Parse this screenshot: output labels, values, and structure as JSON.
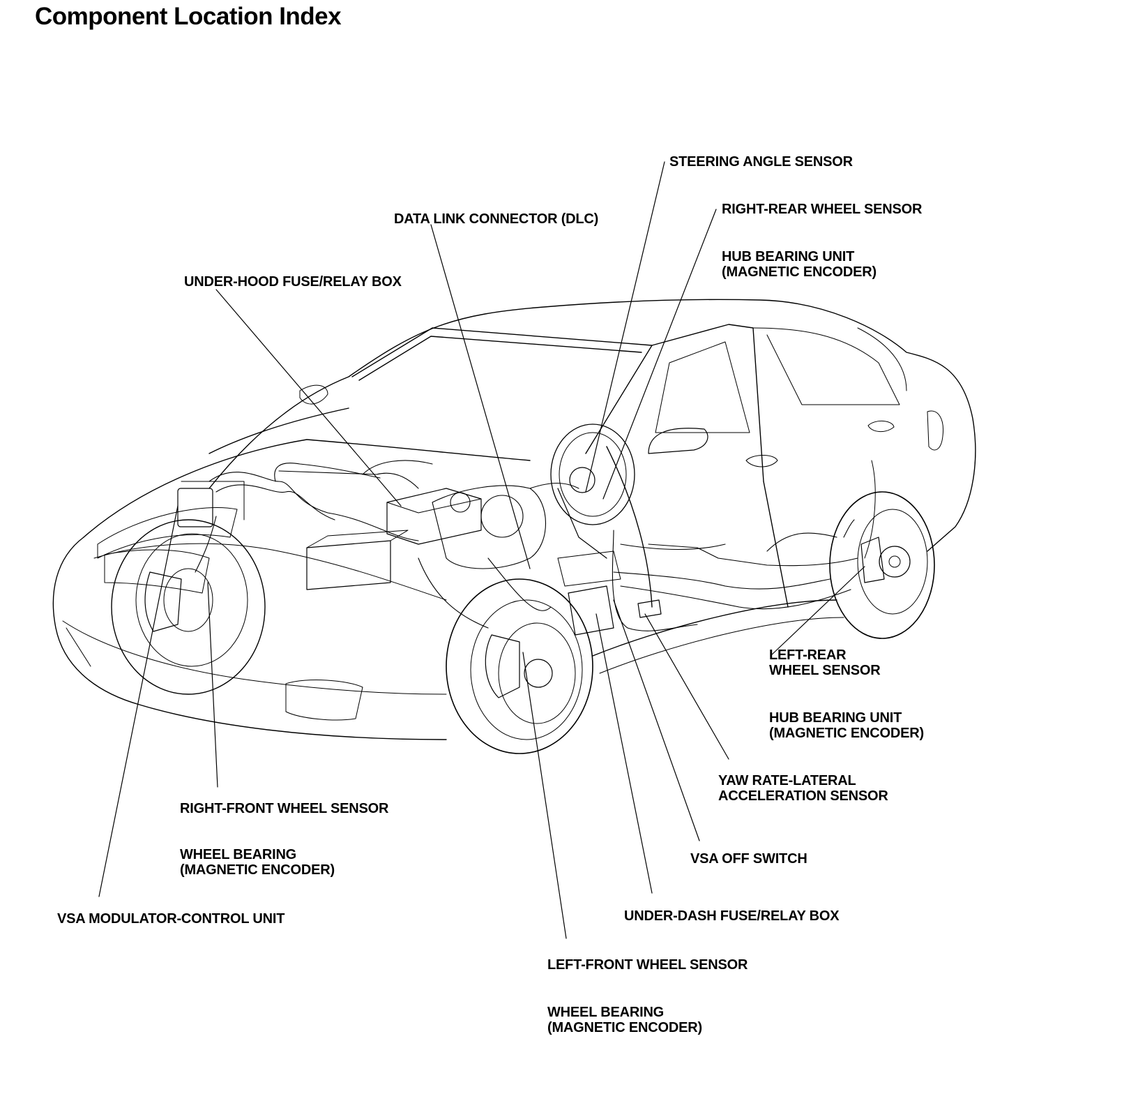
{
  "title": "Component Location Index",
  "labels": {
    "steering_angle_sensor": "STEERING ANGLE SENSOR",
    "right_rear_wheel_sensor": "RIGHT-REAR WHEEL SENSOR",
    "hub_bearing_rear_right_1": "HUB BEARING UNIT",
    "hub_bearing_rear_right_2": "(MAGNETIC ENCODER)",
    "data_link_connector": "DATA LINK CONNECTOR (DLC)",
    "under_hood_fuse_box": "UNDER-HOOD FUSE/RELAY BOX",
    "left_rear_wheel_sensor_1": "LEFT-REAR",
    "left_rear_wheel_sensor_2": "WHEEL SENSOR",
    "hub_bearing_rear_left_1": "HUB BEARING UNIT",
    "hub_bearing_rear_left_2": "(MAGNETIC ENCODER)",
    "yaw_rate_sensor_1": "YAW RATE-LATERAL",
    "yaw_rate_sensor_2": "ACCELERATION SENSOR",
    "vsa_off_switch": "VSA OFF SWITCH",
    "under_dash_fuse_box": "UNDER-DASH FUSE/RELAY BOX",
    "left_front_wheel_sensor": "LEFT-FRONT WHEEL SENSOR",
    "wheel_bearing_left_1": "WHEEL BEARING",
    "wheel_bearing_left_2": "(MAGNETIC ENCODER)",
    "right_front_wheel_sensor": "RIGHT-FRONT WHEEL SENSOR",
    "wheel_bearing_right_1": "WHEEL BEARING",
    "wheel_bearing_right_2": "(MAGNETIC ENCODER)",
    "vsa_modulator": "VSA MODULATOR-CONTROL UNIT"
  },
  "colors": {
    "ink": "#000000",
    "paper": "#ffffff"
  }
}
